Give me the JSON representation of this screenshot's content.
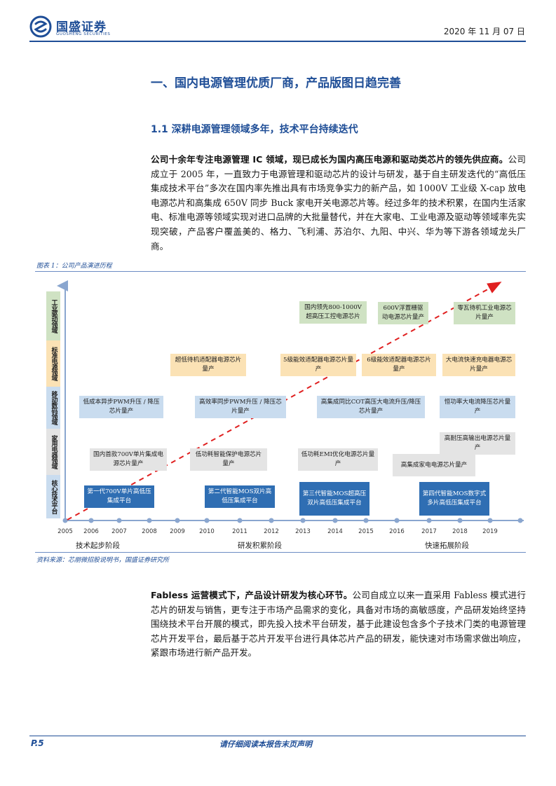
{
  "header": {
    "brand_name": "国盛证券",
    "brand_en": "GUOSHENG SECURITIES",
    "date": "2020 年 11 月 07 日",
    "colors": {
      "brand": "#1f4e97"
    }
  },
  "section_title": "一、国内电源管理优质厂商，产品版图日趋完善",
  "subsection_title": "1.1 深耕电源管理领域多年，技术平台持续迭代",
  "paragraph1": {
    "bold": "公司十余年专注电源管理 IC 领域，现已成长为国内高压电源和驱动类芯片的领先供应商。",
    "text": "公司成立于 2005 年，一直致力于电源管理和驱动芯片的设计与研发，基于自主研发迭代的“高低压集成技术平台”多次在国内率先推出具有市场竞争实力的新产品，如 1000V 工业级 X-cap 放电电源芯片和高集成 650V 同步 Buck 家电开关电源芯片等。经过多年的技术积累，在国内生活家电、标准电源等领域实现对进口品牌的大批量替代，并在大家电、工业电源及驱动等领域率先实现突破，产品客户覆盖美的、格力、飞利浦、苏泊尔、九阳、中兴、华为等下游各领域龙头厂商。"
  },
  "figure": {
    "caption": "图表 1：公司产品演进历程",
    "source": "资料来源：芯朋微招股说明书，国盛证券研究所",
    "categories": [
      {
        "label": "工业驱动领域",
        "color": "#cfe2c3"
      },
      {
        "label": "标准电源领域",
        "color": "#fbe2b5"
      },
      {
        "label": "移动数码领域",
        "color": "#c9dcef"
      },
      {
        "label": "家用电器领域",
        "color": "#e4e4e4"
      },
      {
        "label": "核心技术平台",
        "color": "#c9dcef"
      }
    ],
    "years": [
      "2005",
      "2006",
      "2007",
      "2008",
      "2009",
      "2010",
      "2011",
      "2012",
      "2013",
      "2014",
      "2015",
      "2016",
      "2017",
      "2018",
      "2019"
    ],
    "stages": [
      "技术起步阶段",
      "研发积累阶段",
      "快速拓展阶段"
    ],
    "industrial": [
      "国内领先800-1000V超高压工控电源芯片",
      "600V浮置栅驱动电源芯片量产",
      "零瓦待机工业电源芯片量产"
    ],
    "standard": [
      "超低待机适配器电源芯片量产",
      "5级能效适配器电源芯片量产",
      "6级能效适配器电源芯片量产",
      "大电流快速充电器电源芯片量产"
    ],
    "mobile": [
      "低成本异步PWM升压 / 降压芯片量产",
      "高效率同步PWM升压 / 降压芯片量产",
      "高集成同比COT高压大电流升压/降压芯片量产",
      "恒功率大电流降压芯片量产"
    ],
    "appliance": [
      "国内首款700V单片集成电源芯片量产",
      "低功耗智能保护电源芯片量产",
      "低功耗EMI优化电源芯片量产",
      "高集成家电电源芯片量产",
      "高耐压高输出电源芯片量产"
    ],
    "platform": [
      "第一代700V单片高低压集成平台",
      "第二代智能MOS双片高低压集成平台",
      "第三代智能MOS超高压双片高低压集成平台",
      "第四代智能MOS数字式多片高低压集成平台"
    ],
    "colors": {
      "trend_arrow": "#e02020",
      "platform_fill": "#2f6eb3",
      "axis": "#8aa6cf"
    }
  },
  "paragraph2": {
    "bold": "Fabless 运营模式下，产品设计研发为核心环节。",
    "text": "公司自成立以来一直采用 Fabless 模式进行芯片的研发与销售，更专注于市场产品需求的变化，具备对市场的高敏感度，产品研发始终坚持围绕技术平台开展的模式，即先投入技术平台研发，基于此建设包含多个子技术门类的电源管理芯片开发平台，最后基于芯片开发平台进行具体芯片产品的研发，能快速对市场需求做出响应，紧跟市场进行新产品开发。"
  },
  "footer": {
    "page": "P.5",
    "note": "请仔细阅读本报告末页声明"
  }
}
